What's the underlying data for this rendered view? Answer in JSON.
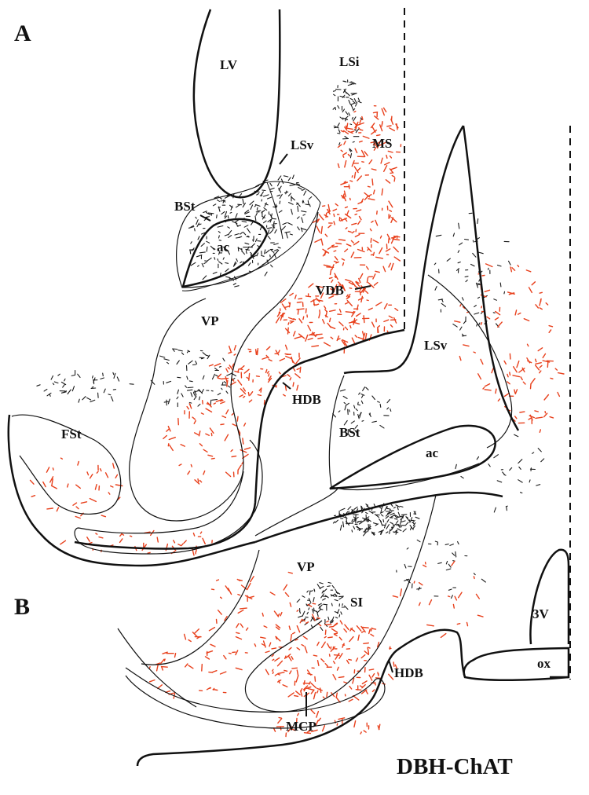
{
  "panels": [
    {
      "letter": "A",
      "labels": {
        "lv": "LV",
        "lsi": "LSi",
        "lsv": "LSv",
        "ms": "MS",
        "bst": "BSt",
        "ac": "ac",
        "vdb": "VDB",
        "vp": "VP",
        "hdb": "HDB",
        "fst": "FSt"
      }
    },
    {
      "letter": "B",
      "labels": {
        "lsv": "LSv",
        "bst": "BSt",
        "ac": "ac",
        "vp": "VP",
        "si": "SI",
        "v3": "3V",
        "ox": "ox",
        "hdb": "HDB",
        "mcp": "MCP"
      }
    }
  ],
  "title": "DBH-ChAT",
  "colors": {
    "chat_cells": "#e8401c",
    "dbh_fibers": "#1a1a1a",
    "outline": "#111111"
  }
}
